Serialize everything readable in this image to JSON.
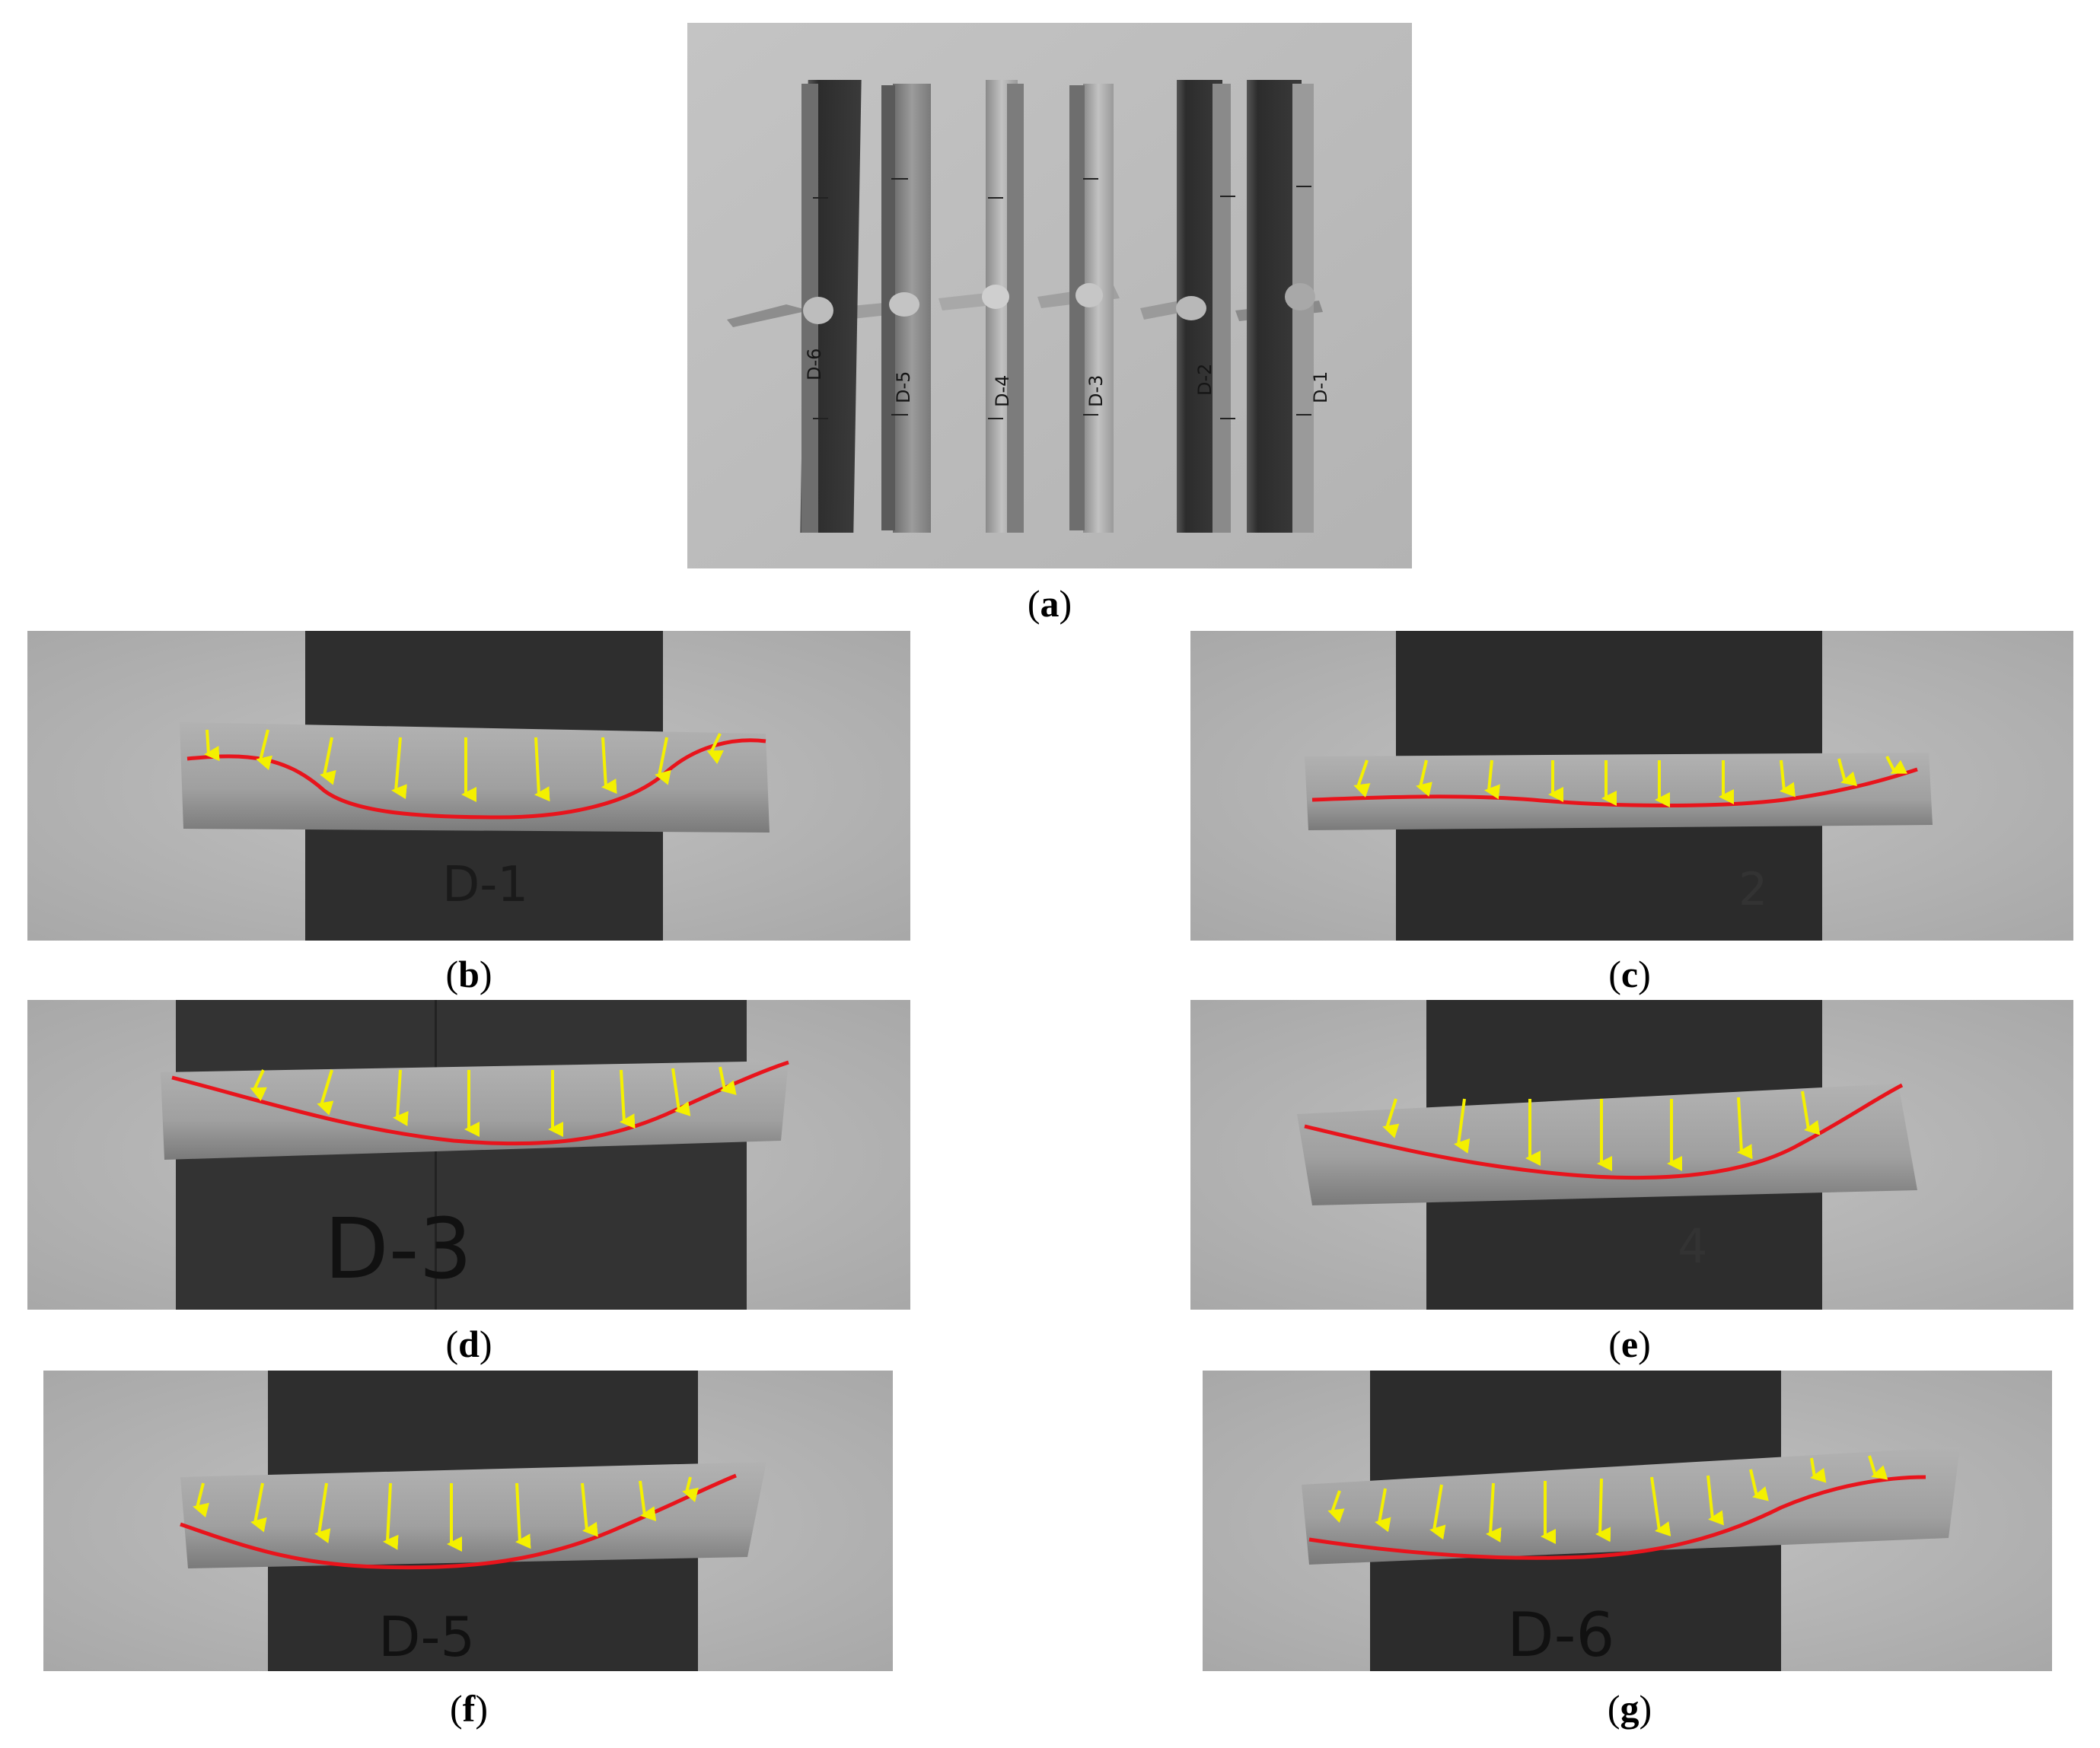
{
  "figure": {
    "caption_a": "a",
    "caption_b": "b",
    "caption_c": "c",
    "caption_d": "d",
    "caption_e": "e",
    "caption_f": "f",
    "caption_g": "g"
  },
  "specimens": {
    "overview_labels": [
      "D-6",
      "D-5",
      "D-4",
      "D-3",
      "D-2",
      "D-1"
    ],
    "b_label": "D-1",
    "c_label": "2",
    "d_label": "D-3",
    "e_label": "4",
    "f_label": "D-5",
    "g_label": "D-6"
  },
  "colors": {
    "background": "#ffffff",
    "photo_bg": "#b9b9b9",
    "plate_dark": "#2b2b2b",
    "fracture_face": "#a6a6a6",
    "fracture_line": "#e8141c",
    "arrow": "#f4f000"
  }
}
